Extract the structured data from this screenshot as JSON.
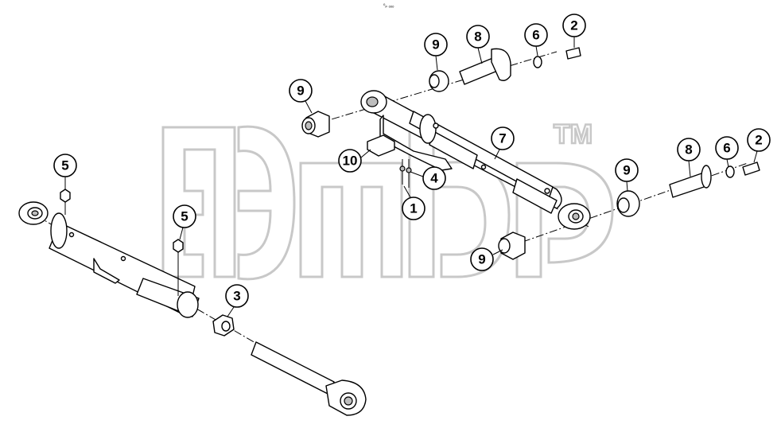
{
  "diagram": {
    "top_mark": "⁰ₚ ₒₒₒ",
    "watermark_mark": "TM",
    "callouts": [
      {
        "id": "c9a",
        "label": "9"
      },
      {
        "id": "c8a",
        "label": "8"
      },
      {
        "id": "c6a",
        "label": "6"
      },
      {
        "id": "c2a",
        "label": "2"
      },
      {
        "id": "c9b",
        "label": "9"
      },
      {
        "id": "c7",
        "label": "7"
      },
      {
        "id": "c10",
        "label": "10"
      },
      {
        "id": "c4",
        "label": "4"
      },
      {
        "id": "c1",
        "label": "1"
      },
      {
        "id": "c8b",
        "label": "8"
      },
      {
        "id": "c6b",
        "label": "6"
      },
      {
        "id": "c2b",
        "label": "2"
      },
      {
        "id": "c9c",
        "label": "9"
      },
      {
        "id": "c9d",
        "label": "9"
      },
      {
        "id": "c5a",
        "label": "5"
      },
      {
        "id": "c5b",
        "label": "5"
      },
      {
        "id": "c3",
        "label": "3"
      }
    ]
  }
}
